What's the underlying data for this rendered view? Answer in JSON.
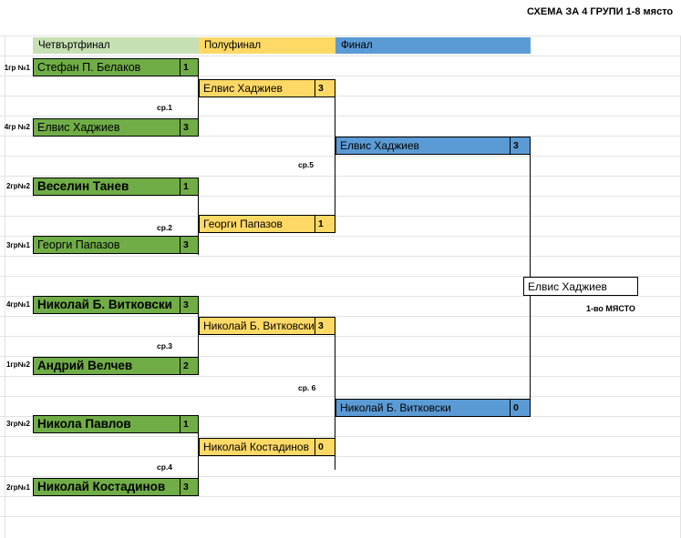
{
  "document": {
    "title": "СХЕМА ЗА 4 ГРУПИ   1-8 място"
  },
  "rounds": [
    {
      "key": "quarterfinal",
      "label": "Четвъртфинал",
      "color": "#c6e0b4"
    },
    {
      "key": "semifinal",
      "label": "Полуфинал",
      "color": "#ffd966"
    },
    {
      "key": "final",
      "label": "Финал",
      "color": "#5b9bd5"
    }
  ],
  "seeds": [
    {
      "label": "1гр №1"
    },
    {
      "label": "4гр №2"
    },
    {
      "label": "2гр№2"
    },
    {
      "label": "3гр№1"
    },
    {
      "label": "4гр№1"
    },
    {
      "label": "1гр№2"
    },
    {
      "label": "3гр№2"
    },
    {
      "label": "2гр№1"
    }
  ],
  "quarterfinal": {
    "slots": [
      {
        "name": "Стефан П. Белаков",
        "score": "1",
        "bold": false
      },
      {
        "name": "Елвис Хаджиев",
        "score": "3",
        "bold": false
      },
      {
        "name": "Веселин Танев",
        "score": "1",
        "bold": true
      },
      {
        "name": "Георги Папазов",
        "score": "3",
        "bold": false
      },
      {
        "name": "Николай Б. Витковски",
        "score": "3",
        "bold": true
      },
      {
        "name": "Андрий Велчев",
        "score": "2",
        "bold": true
      },
      {
        "name": "Никола Павлов",
        "score": "1",
        "bold": true
      },
      {
        "name": "Николай Костадинов",
        "score": "3",
        "bold": true
      }
    ],
    "match_labels": [
      "ср.1",
      "ср.2",
      "ср.3",
      "ср.4"
    ]
  },
  "semifinal": {
    "slots": [
      {
        "name": "Елвис Хаджиев",
        "score": "3"
      },
      {
        "name": "Георги Папазов",
        "score": "1"
      },
      {
        "name": "Николай Б. Витковски",
        "score": "3"
      },
      {
        "name": "Николай Костадинов",
        "score": "0"
      }
    ],
    "match_labels": [
      "ср.5",
      "ср. 6"
    ]
  },
  "final": {
    "slots": [
      {
        "name": "Елвис Хаджиев",
        "score": "3"
      },
      {
        "name": "Николай Б. Витковски",
        "score": "0"
      }
    ]
  },
  "champion": {
    "name": "Елвис Хаджиев",
    "place_label": "1-во МЯСТО"
  }
}
